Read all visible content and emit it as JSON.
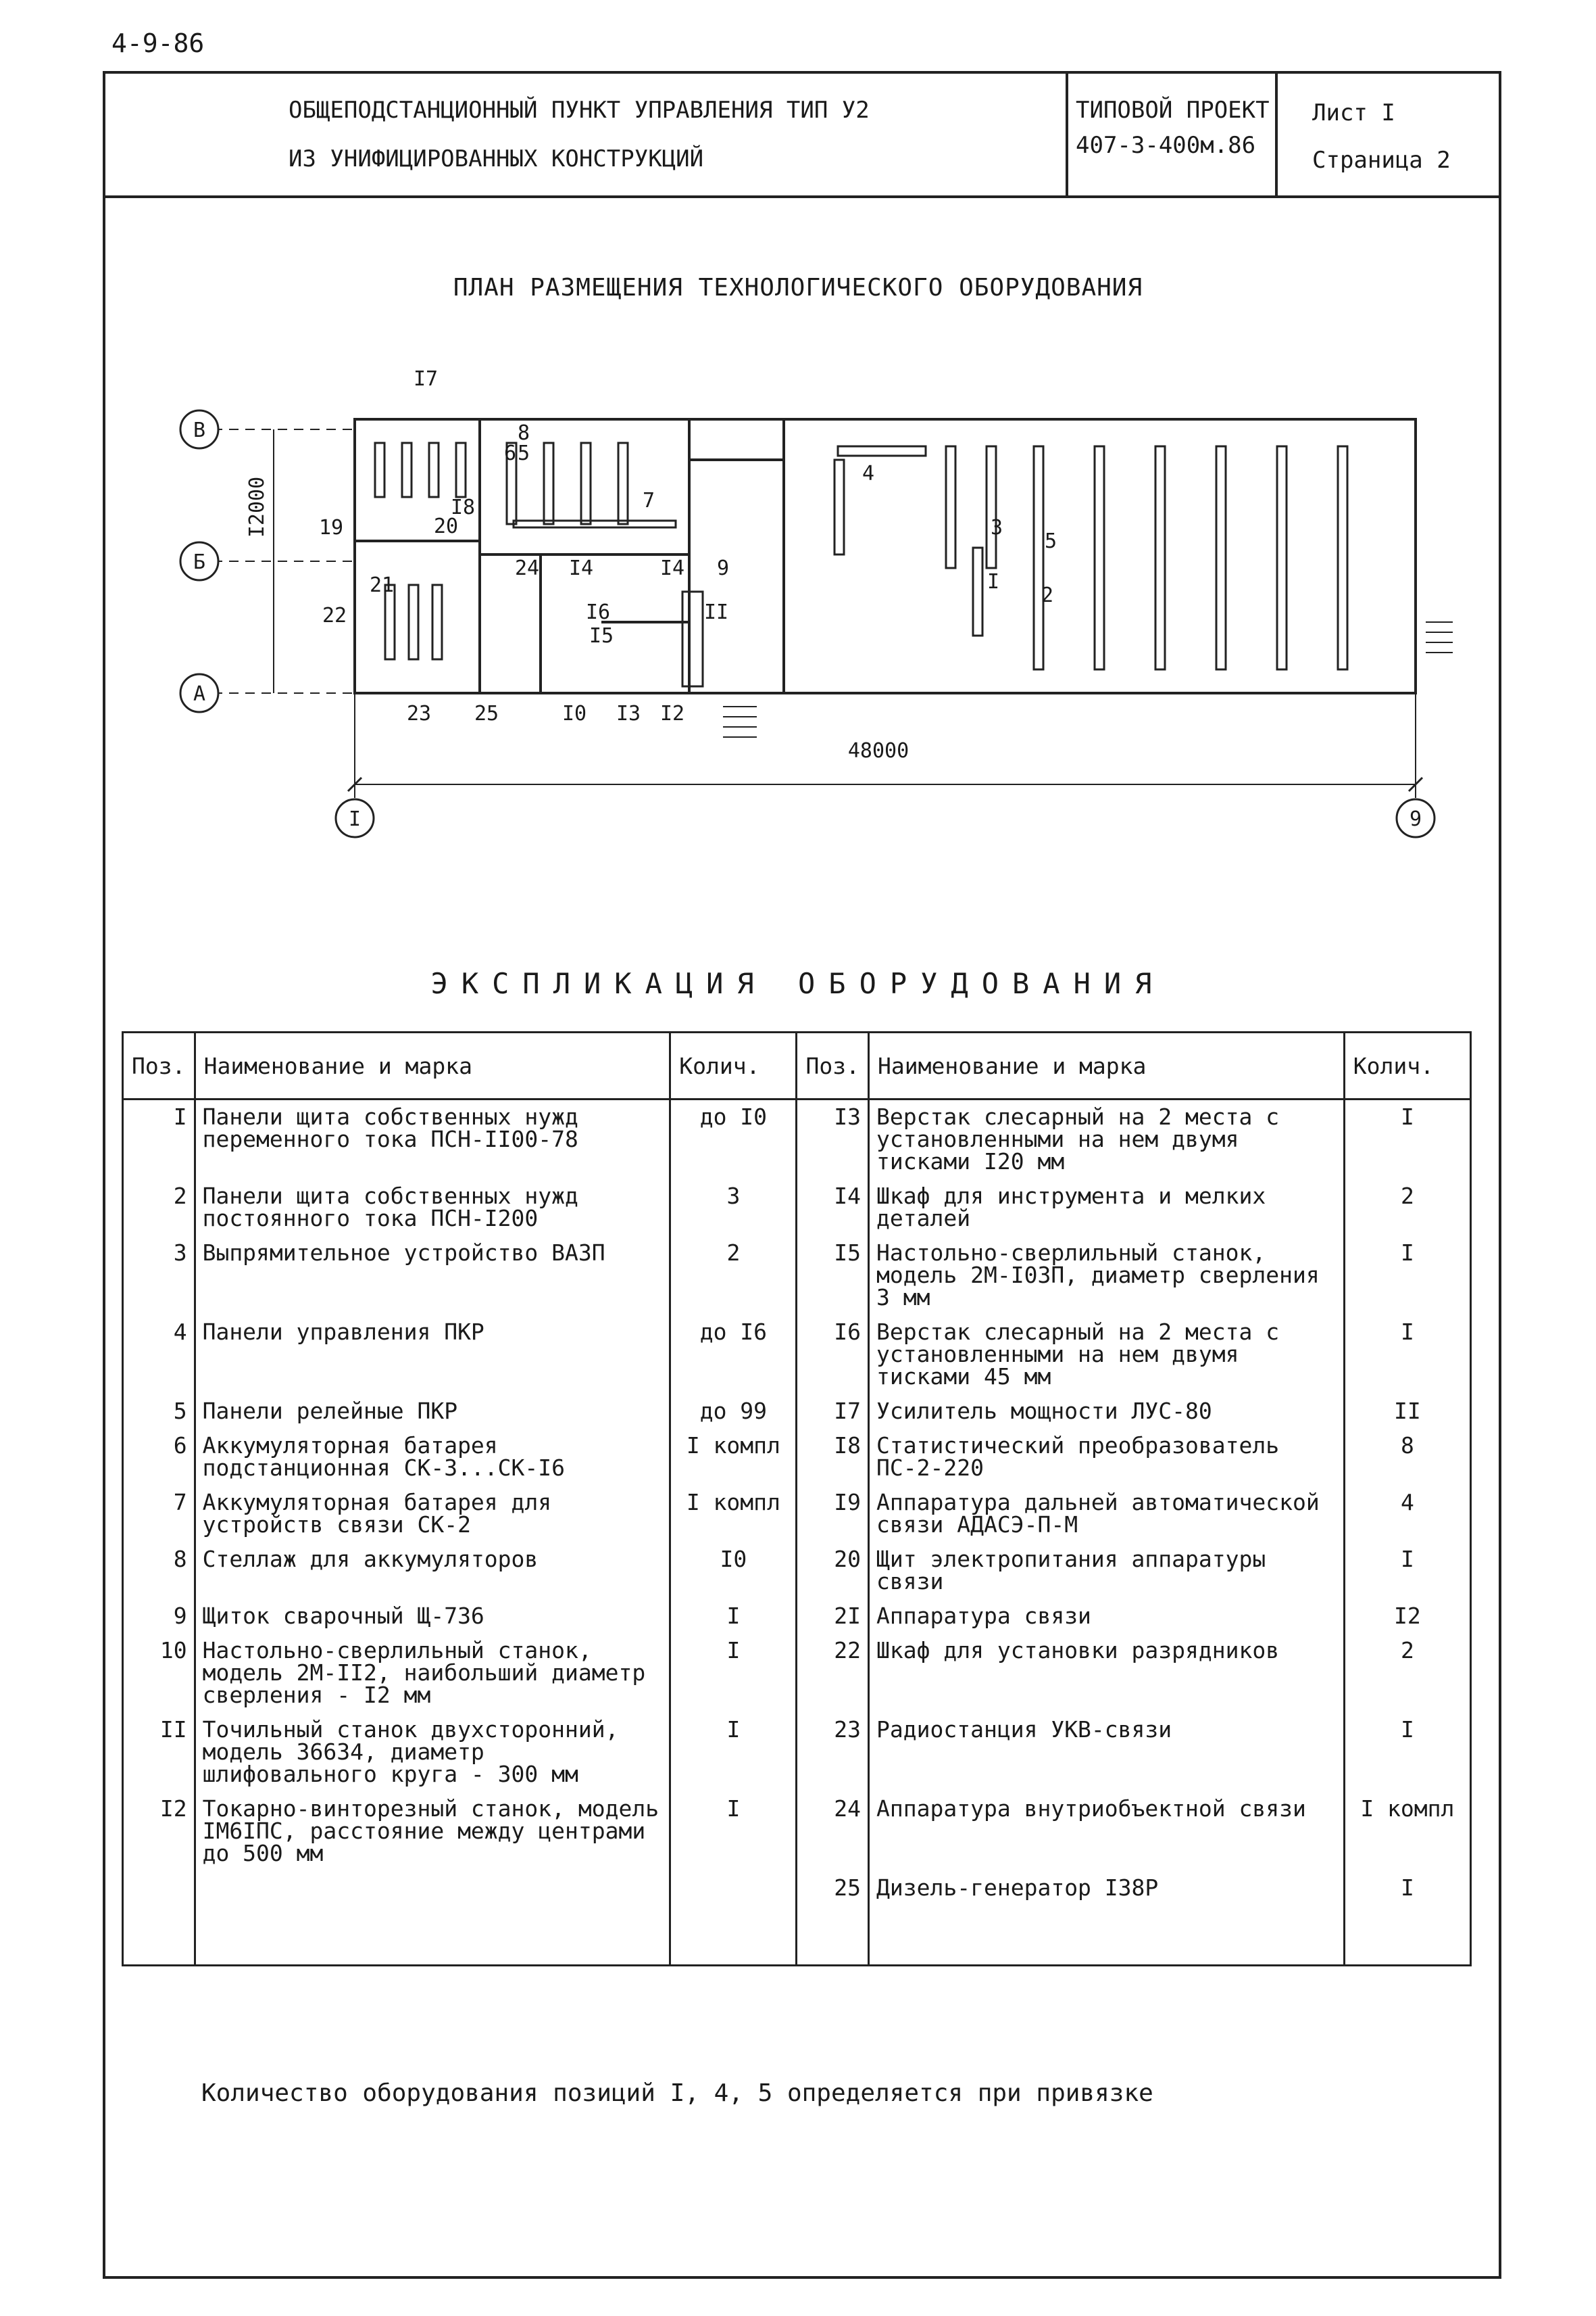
{
  "doc_number": "4-9-86",
  "title_block": {
    "title_line1": "ОБЩЕПОДСТАНЦИОННЫЙ ПУНКТ УПРАВЛЕНИЯ  ТИП  У2",
    "title_line2": "ИЗ УНИФИЦИРОВАННЫХ КОНСТРУКЦИЙ",
    "project_label": "ТИПОВОЙ ПРОЕКТ",
    "project_code": "407-3-400м.86",
    "sheet": "Лист  I",
    "page": "Страница 2"
  },
  "plan": {
    "title": "ПЛАН РАЗМЕЩЕНИЯ ТЕХНОЛОГИЧЕСКОГО ОБОРУДОВАНИЯ",
    "axes_rows": [
      "В",
      "Б",
      "А"
    ],
    "axes_cols": [
      "I",
      "9"
    ],
    "dim_height": "I2000",
    "dim_width": "48000",
    "labels": [
      "I7",
      "8",
      "5",
      "6",
      "I8",
      "19",
      "20",
      "7",
      "I4",
      "24",
      "I4",
      "9",
      "21",
      "I6",
      "I5",
      "II",
      "22",
      "23",
      "25",
      "I0",
      "I3",
      "I2",
      "4",
      "3",
      "5",
      "I",
      "2"
    ]
  },
  "explication": {
    "title": "ЭКСПЛИКАЦИЯ ОБОРУДОВАНИЯ",
    "headers": {
      "pos": "Поз.",
      "name": "Наименование и марка",
      "qty": "Колич."
    },
    "left": [
      {
        "pos": "I",
        "name": "Панели щита собственных нужд переменного тока ПСН-II00-78",
        "qty": "до I0"
      },
      {
        "pos": "2",
        "name": "Панели щита собственных нужд постоянного тока ПСН-I200",
        "qty": "3"
      },
      {
        "pos": "3",
        "name": "Выпрямительное устройство ВАЗП",
        "qty": "2"
      },
      {
        "pos": "4",
        "name": "Панели управления ПКР",
        "qty": "до I6"
      },
      {
        "pos": "5",
        "name": "Панели релейные ПКР",
        "qty": "до 99"
      },
      {
        "pos": "6",
        "name": "Аккумуляторная батарея подстанционная СК-3...СК-I6",
        "qty": "I компл"
      },
      {
        "pos": "7",
        "name": "Аккумуляторная батарея для устройств связи СК-2",
        "qty": "I компл"
      },
      {
        "pos": "8",
        "name": "Стеллаж для аккумуляторов",
        "qty": "I0"
      },
      {
        "pos": "9",
        "name": "Щиток сварочный Щ-736",
        "qty": "I"
      },
      {
        "pos": "10",
        "name": "Настольно-сверлильный станок, модель 2М-II2, наибольший диаметр сверления - I2 мм",
        "qty": "I"
      },
      {
        "pos": "II",
        "name": "Точильный станок двухсторонний, модель 36634, диаметр шлифовального круга - 300 мм",
        "qty": "I"
      },
      {
        "pos": "I2",
        "name": "Токарно-винторезный станок, модель IМ6IПС, расстояние между центрами до 500 мм",
        "qty": "I"
      }
    ],
    "right": [
      {
        "pos": "I3",
        "name": "Верстак слесарный на 2 места с установленными на нем двумя тисками I20 мм",
        "qty": "I"
      },
      {
        "pos": "I4",
        "name": "Шкаф для инструмента и мелких деталей",
        "qty": "2"
      },
      {
        "pos": "I5",
        "name": "Настольно-сверлильный станок, модель 2М-I03П, диаметр сверления 3 мм",
        "qty": "I"
      },
      {
        "pos": "I6",
        "name": "Верстак слесарный на 2 места с установленными на нем двумя тисками 45 мм",
        "qty": "I"
      },
      {
        "pos": "I7",
        "name": "Усилитель мощности ЛУС-80",
        "qty": "II"
      },
      {
        "pos": "I8",
        "name": "Статистический преобразователь ПС-2-220",
        "qty": "8"
      },
      {
        "pos": "I9",
        "name": "Аппаратура дальней автоматической связи АДАСЭ-П-М",
        "qty": "4"
      },
      {
        "pos": "20",
        "name": "Щит электропитания аппаратуры связи",
        "qty": "I"
      },
      {
        "pos": "2I",
        "name": "Аппаратура связи",
        "qty": "I2"
      },
      {
        "pos": "22",
        "name": "Шкаф для установки разрядников",
        "qty": "2"
      },
      {
        "pos": "23",
        "name": "Радиостанция УКВ-связи",
        "qty": "I"
      },
      {
        "pos": "24",
        "name": "Аппаратура внутриобъектной связи",
        "qty": "I компл"
      },
      {
        "pos": "25",
        "name": "Дизель-генератор I38Р",
        "qty": "I"
      }
    ]
  },
  "footnote": "Количество оборудования позиций I, 4, 5 определяется при привязке"
}
